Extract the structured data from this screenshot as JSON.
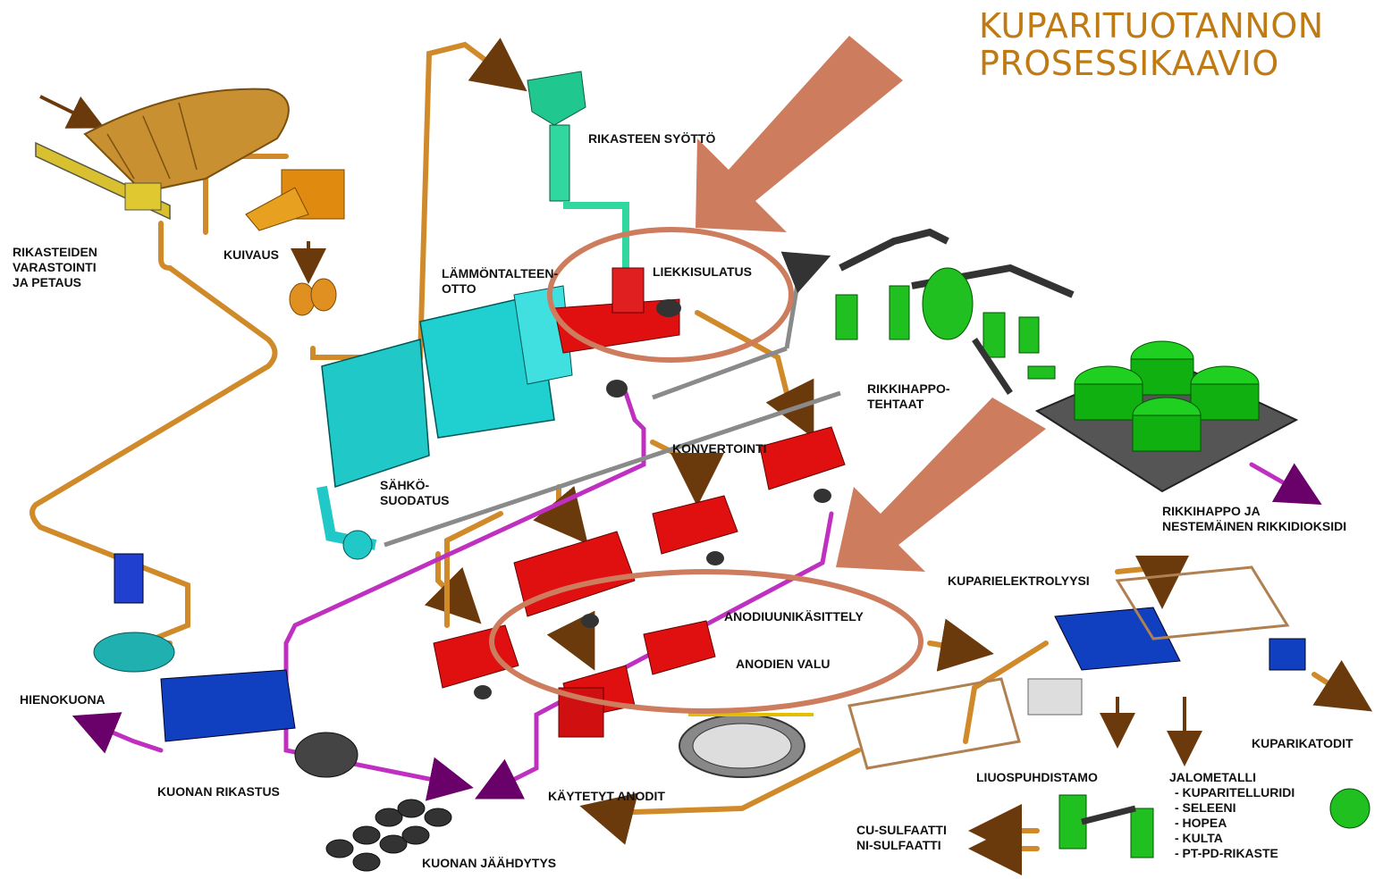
{
  "title": {
    "line1": "KUPARITUOTANNON",
    "line2": "PROSESSIKAAVIO"
  },
  "labels": {
    "storage": [
      "RIKASTEIDEN",
      "VARASTOINTI",
      "JA PETAUS"
    ],
    "drying": "KUIVAUS",
    "feed": "RIKASTEEN SYÖTTÖ",
    "heat_recovery": [
      "LÄMMÖNTALTEEN-",
      "OTTO"
    ],
    "flash_smelting": "LIEKKISULATUS",
    "acid_plants": [
      "RIKKIHAPPO-",
      "TEHTAAT"
    ],
    "electrostatic": [
      "SÄHKÖ-",
      "SUODATUS"
    ],
    "converting": "KONVERTOINTI",
    "sulfuric_products": [
      "RIKKIHAPPO JA",
      "NESTEMÄINEN RIKKIDIOKSIDI"
    ],
    "electrolysis": "KUPARIELEKTROLYYSI",
    "anode_treatment": "ANODIUUNIKÄSITTELY",
    "anode_casting": "ANODIEN VALU",
    "fine_slag": "HIENOKUONA",
    "cathodes": "KUPARIKATODIT",
    "solution_purification": "LIUOSPUHDISTAMO",
    "precious_metals": "JALOMETALLI",
    "precious_list": [
      "- KUPARITELLURIDI",
      "- SELEENI",
      "- HOPEA",
      "- KULTA",
      "- PT-PD-RIKASTE"
    ],
    "slag_concentration": "KUONAN RIKASTUS",
    "spent_anodes": "KÄYTETYT ANODIT",
    "sulfates": [
      "CU-SULFAATTI",
      "NI-SULFAATTI"
    ],
    "slag_cooling": "KUONAN JÄÄHDYTYS"
  },
  "colors": {
    "title": "#c07a14",
    "pipe_orange": "#d08a2a",
    "pipe_magenta": "#c030c0",
    "pipe_grey": "#8a8a8a",
    "highlight_arrow": "#cd7c5e",
    "furnace_red": "#e01010",
    "boiler_cyan": "#20d0d0",
    "acid_green": "#20c020",
    "storage_gold": "#c89030",
    "electrolysis_blue": "#1040c0"
  }
}
